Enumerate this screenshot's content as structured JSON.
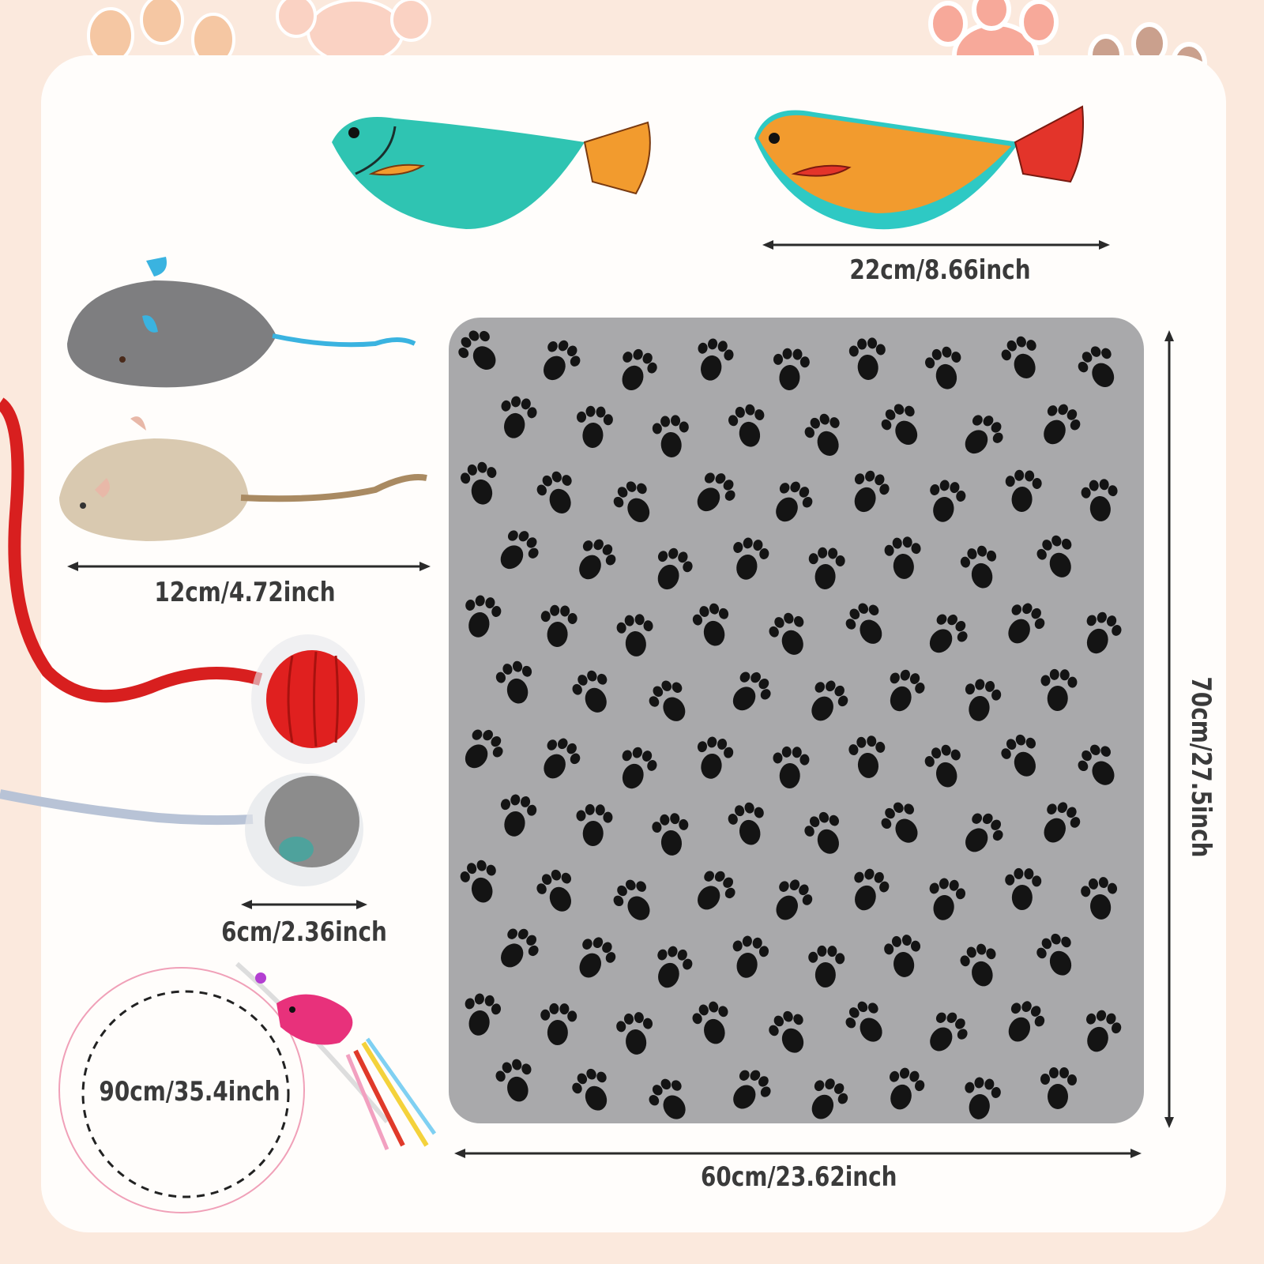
{
  "dimensions": {
    "fish": "22cm/8.66inch",
    "mouse": "12cm/4.72inch",
    "ball": "6cm/2.36inch",
    "wand": "90cm/35.4inch",
    "blanket_width": "60cm/23.62inch",
    "blanket_height": "70cm/27.5inch"
  },
  "colors": {
    "background": "#fbe9dd",
    "card": "#fffdfb",
    "blanket": "#a9a9ab",
    "paw": "#141414",
    "fish_teal": "#2fc4b2",
    "fish_orange": "#f29b2e",
    "fin_red": "#e3342a",
    "mouse_gray": "#7e7e80",
    "mouse_beige": "#d9c9b0",
    "ball_red": "#e0201f",
    "ball_gray": "#8c8c8c",
    "wand_pink": "#e8317b"
  }
}
